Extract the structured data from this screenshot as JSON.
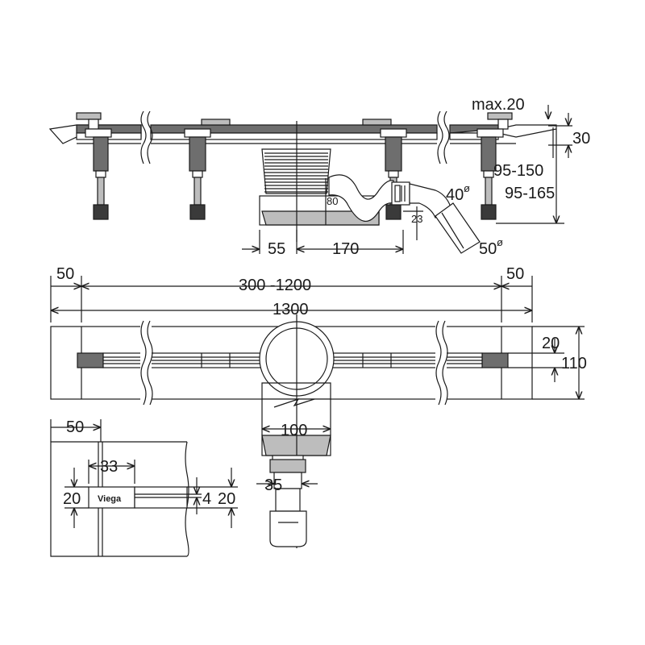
{
  "side_view": {
    "label_max": "max.20",
    "label_30": "30",
    "label_95_150": "95-150",
    "label_95_165": "95-165",
    "label_80": "80",
    "label_23": "23",
    "label_40": "40",
    "label_50": "50",
    "label_55": "55",
    "label_170": "170",
    "diameter_symbol": "ø"
  },
  "plan_view": {
    "label_50_left": "50",
    "label_300_1200": "300 -1200",
    "label_50_right": "50",
    "label_1300": "1300",
    "label_20": "20",
    "label_110": "110",
    "label_100": "100",
    "label_35": "35"
  },
  "detail_view": {
    "label_50": "50",
    "label_33": "33",
    "label_20_left": "20",
    "label_4": "4",
    "label_20_right": "20",
    "logo_text": "Viega"
  }
}
